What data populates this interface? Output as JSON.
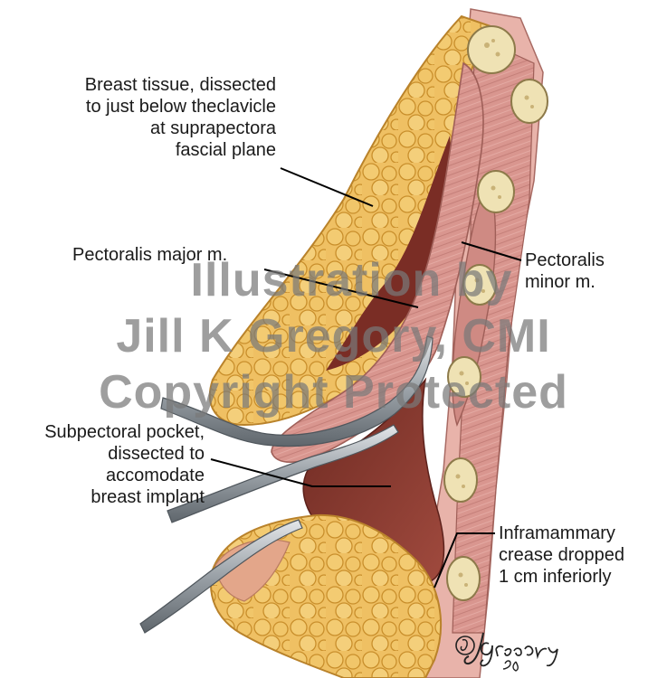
{
  "labels": {
    "breast_tissue": [
      "Breast tissue, dissected",
      "to just below theclavicle",
      "at suprapectora",
      "fascial plane"
    ],
    "pectoralis_major": "Pectoralis major m.",
    "pectoralis_minor": [
      "Pectoralis",
      "minor m."
    ],
    "subpectoral_pocket": [
      "Subpectoral pocket,",
      "dissected to",
      "accomodate",
      "breast implant"
    ],
    "inframammary_crease": [
      "Inframammary",
      "crease dropped",
      "1 cm inferiorly"
    ]
  },
  "watermark": {
    "line1": "Illustration by",
    "line2": "Jill K Gregory, CMI",
    "line3": "Copyright Protected"
  },
  "signature": "JGregory '08",
  "colors": {
    "fat": "#efc063",
    "fat_outline": "#c98f2c",
    "muscle": "#d9968f",
    "muscle_dark": "#b86f6b",
    "pocket": "#8e3f35",
    "bone": "#efe2b4",
    "instrument": "#aab0b6"
  }
}
